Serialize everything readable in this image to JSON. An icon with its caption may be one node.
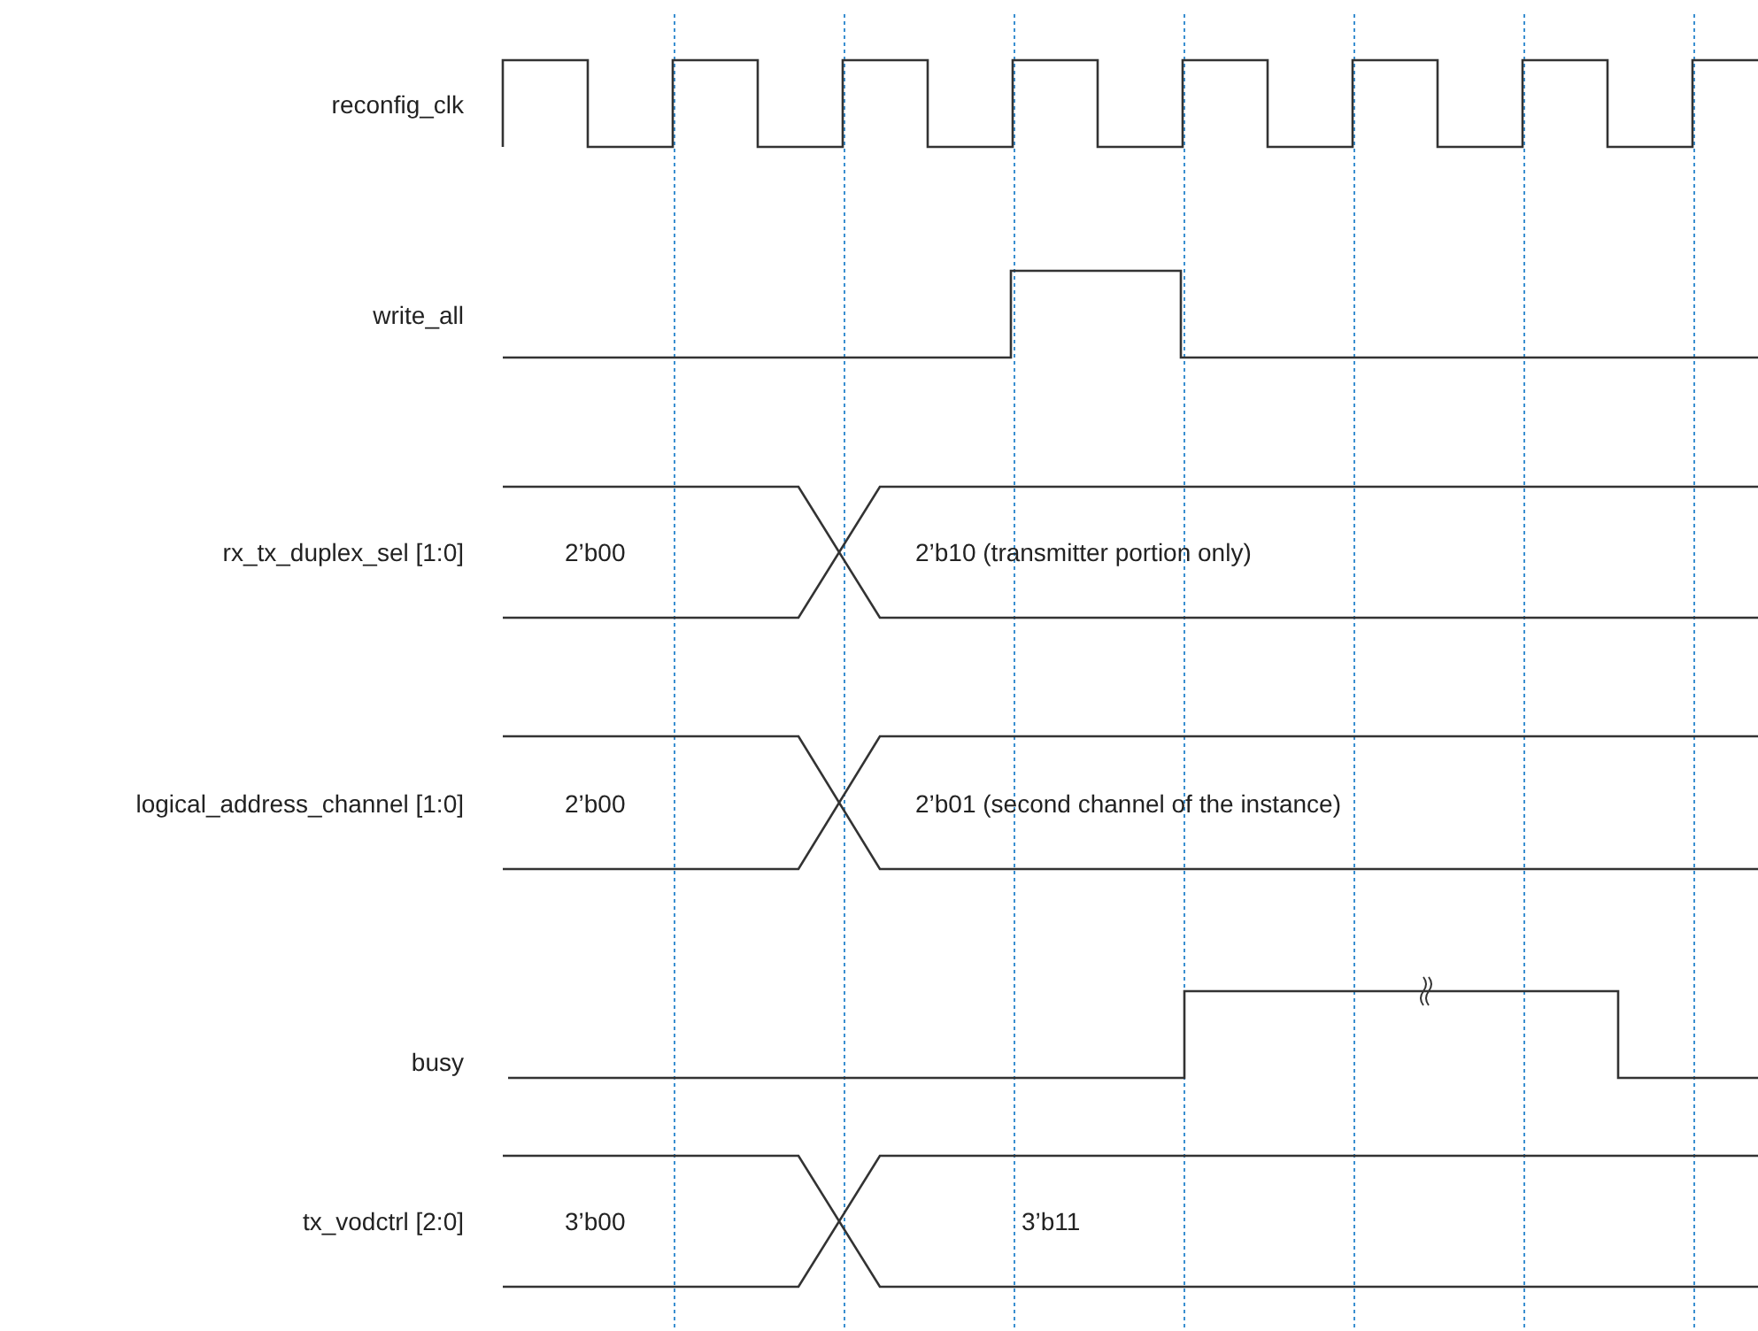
{
  "diagram": {
    "labels": [
      "reconfig_clk",
      "write_all",
      "rx_tx_duplex_sel [1:0]",
      "2’b00",
      "2’b10 (transmitter portion only)",
      "logical_address_channel [1:0]",
      "2’b00",
      "2’b01 (second channel of the instance)",
      "busy",
      "tx_vodctrl [2:0]",
      "3’b00",
      "3’b11"
    ]
  }
}
